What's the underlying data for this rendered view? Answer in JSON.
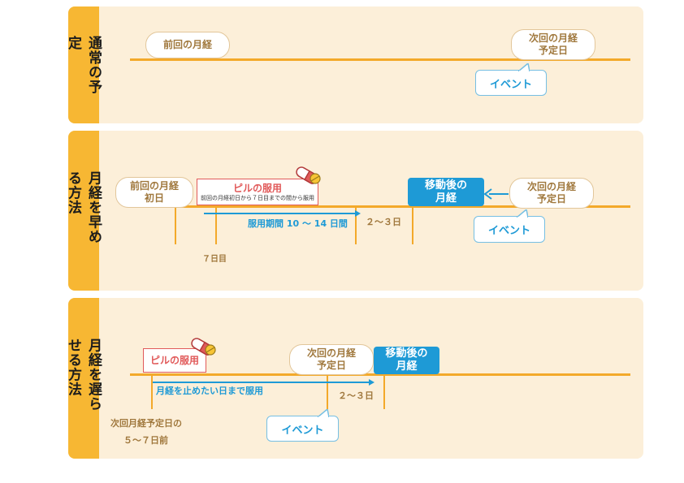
{
  "panel1": {
    "tab_label": "通常の予定",
    "prev_period": "前回の月経",
    "next_period_line1": "次回の月経",
    "next_period_line2": "予定日",
    "event": "イベント"
  },
  "panel2": {
    "tab_label": "月経を早める方法",
    "prev_period_line1": "前回の月経",
    "prev_period_line2": "初日",
    "pill_title": "ピルの服用",
    "pill_sub": "前回の月経初日から７日目までの間から服用",
    "moved_line1": "移動後の",
    "moved_line2": "月経",
    "next_period_line1": "次回の月経",
    "next_period_line2": "予定日",
    "event": "イベント",
    "duration": "服用期間 10 ～ 14 日間",
    "days_after": "２～３日",
    "day7": "７日目"
  },
  "panel3": {
    "tab_label": "月経を遅らせる方法",
    "pill_title": "ピルの服用",
    "next_period_line1": "次回の月経",
    "next_period_line2": "予定日",
    "moved_line1": "移動後の",
    "moved_line2": "月経",
    "duration": "月経を止めたい日まで服用",
    "days_after": "２～３日",
    "event": "イベント",
    "start_line1": "次回月経予定日の",
    "start_line2": "５～７日前"
  },
  "colors": {
    "panel_bg": "#fcefd9",
    "tab": "#f7b733",
    "timeline": "#f3a92a",
    "accent_blue": "#1e9ad6",
    "pill_red": "#e15a5a",
    "brown_text": "#a0783d"
  }
}
